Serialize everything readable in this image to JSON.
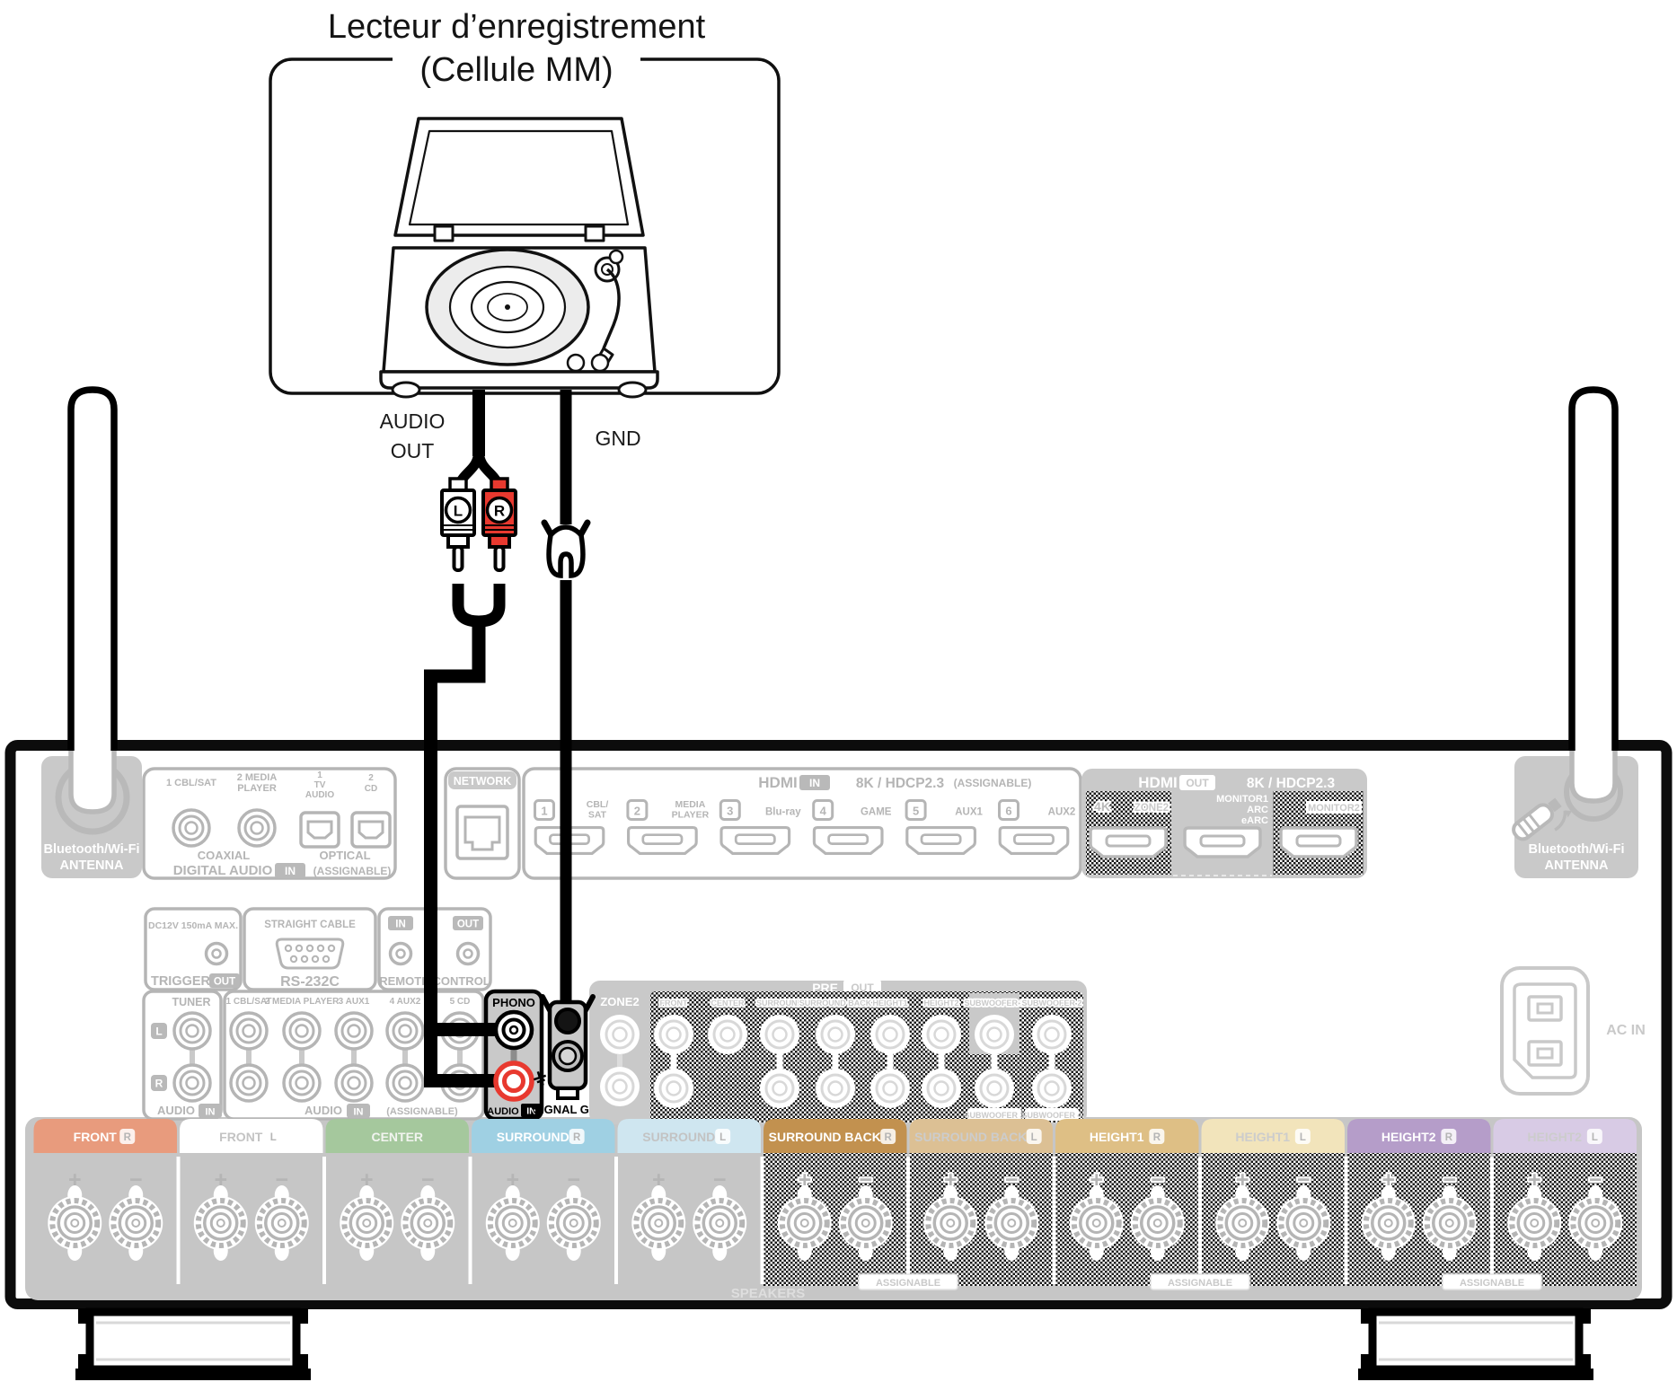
{
  "title": {
    "line1": "Lecteur d’enregistrement",
    "line2": "(Cellule MM)"
  },
  "labels": {
    "audio_out": [
      "AUDIO",
      "OUT"
    ],
    "gnd": "GND",
    "plug_l": "L",
    "plug_r": "R"
  },
  "colors": {
    "gray_line": "#b5b5b5",
    "gray_fill": "#c9c9c9",
    "strip": "#c6c6c6",
    "red": "#e8392f",
    "black": "#000000"
  },
  "bluetooth_box": {
    "line1": "Bluetooth/Wi-Fi",
    "line2": "ANTENNA"
  },
  "digital_audio": {
    "coax": [
      {
        "lines": [
          "1 CBL/SAT"
        ]
      },
      {
        "lines": [
          "2 MEDIA",
          "PLAYER"
        ]
      }
    ],
    "optical": [
      {
        "lines": [
          "1",
          "TV",
          "AUDIO"
        ]
      },
      {
        "lines": [
          "2",
          "CD"
        ]
      }
    ],
    "coaxial_label": "COAXIAL",
    "optical_label": "OPTICAL",
    "footer": {
      "bold": "DIGITAL AUDIO",
      "badge": "IN",
      "note": "(ASSIGNABLE)"
    }
  },
  "network": {
    "label": "NETWORK"
  },
  "hdmi_in": {
    "header": {
      "bold": "HDMI",
      "badge": "IN",
      "spec": "8K / HDCP2.3",
      "note": "(ASSIGNABLE)"
    },
    "ports": [
      {
        "num": "1",
        "label": [
          "CBL/",
          "SAT"
        ]
      },
      {
        "num": "2",
        "label": [
          "MEDIA",
          "PLAYER"
        ]
      },
      {
        "num": "3",
        "label": [
          "Blu-ray"
        ]
      },
      {
        "num": "4",
        "label": [
          "GAME"
        ]
      },
      {
        "num": "5",
        "label": [
          "AUX1"
        ]
      },
      {
        "num": "6",
        "label": [
          "AUX2"
        ]
      }
    ]
  },
  "hdmi_out": {
    "header": {
      "bold": "HDMI",
      "badge": "OUT",
      "spec": "8K / HDCP2.3"
    },
    "ports": [
      {
        "labels": [
          "4K",
          "ZONE2"
        ],
        "hatched": true
      },
      {
        "labels": [
          "MONITOR1",
          "ARC",
          "eARC"
        ],
        "hatched": false
      },
      {
        "labels": [
          "MONITOR2"
        ],
        "hatched": true
      }
    ]
  },
  "trigger": {
    "top": "DC12V 150mA MAX.",
    "bold": "TRIGGER",
    "badge": "OUT"
  },
  "rs232": {
    "top": "STRAIGHT CABLE",
    "bottom": "RS-232C"
  },
  "remote": {
    "badge_in": "IN",
    "badge_out": "OUT",
    "bottom": "REMOTE CONTROL"
  },
  "tuner": {
    "label": "TUNER",
    "l": "L",
    "r": "R",
    "footer_bold": "AUDIO",
    "footer_badge": "IN"
  },
  "analog_in": {
    "columns": [
      "1 CBL/SAT",
      "2 MEDIA PLAYER",
      "3 AUX1",
      "4 AUX2",
      "5 CD"
    ],
    "footer_bold": "AUDIO",
    "footer_badge": "IN",
    "footer_note": "(ASSIGNABLE)"
  },
  "phono": {
    "label": "PHONO",
    "footer_bold": "AUDIO",
    "footer_badge": "IN"
  },
  "signal_gnd": {
    "label": "SIGNAL GND"
  },
  "pre_out": {
    "header_bold": "PRE",
    "header_badge": "OUT",
    "zone2": "ZONE2",
    "columns": [
      {
        "label": "FRONT",
        "pair": true
      },
      {
        "label": "CENTER",
        "pair": false
      },
      {
        "label": "SURROUND",
        "pair": true
      },
      {
        "label": "SURROUND BACK",
        "pair": true
      },
      {
        "label": "HEIGHT1",
        "pair": true
      },
      {
        "label": "HEIGHT2",
        "pair": true
      },
      {
        "label": "SUBWOOFER 1",
        "pair": true,
        "bottom_label": "SUBWOOFER 3",
        "gray_patch": true
      },
      {
        "label": "SUBWOOFER 2",
        "pair": true,
        "bottom_label": "SUBWOOFER 4"
      }
    ]
  },
  "ac_in": {
    "label": "AC IN"
  },
  "speakers": {
    "plus": "+",
    "minus": "−",
    "cells": [
      {
        "label": "FRONT",
        "ch": "R",
        "bg": "#e89b7d",
        "text": "#ffffff",
        "hatched": false
      },
      {
        "label": "FRONT",
        "ch": "L",
        "bg": "#ffffff",
        "text": "#c3c3c3",
        "hatched": false
      },
      {
        "label": "CENTER",
        "ch": "",
        "bg": "#a5c89d",
        "text": "#f2f4f0",
        "hatched": false
      },
      {
        "label": "SURROUND",
        "ch": "R",
        "bg": "#9fd0e3",
        "text": "#ffffff",
        "hatched": false
      },
      {
        "label": "SURROUND",
        "ch": "L",
        "bg": "#cfe6f0",
        "text": "#c3c3c3",
        "hatched": false
      },
      {
        "label": "SURROUND BACK",
        "ch": "R",
        "bg": "#c2914f",
        "text": "#ffffff",
        "hatched": true
      },
      {
        "label": "SURROUND BACK",
        "ch": "L",
        "bg": "#dcc094",
        "text": "#cccccc",
        "hatched": true
      },
      {
        "label": "HEIGHT1",
        "ch": "R",
        "bg": "#debf85",
        "text": "#ffffff",
        "hatched": true
      },
      {
        "label": "HEIGHT1",
        "ch": "L",
        "bg": "#f2e4bb",
        "text": "#cccccc",
        "hatched": true
      },
      {
        "label": "HEIGHT2",
        "ch": "R",
        "bg": "#b59dc9",
        "text": "#ffffff",
        "hatched": true
      },
      {
        "label": "HEIGHT2",
        "ch": "L",
        "bg": "#d8cbe5",
        "text": "#cccccc",
        "hatched": true
      }
    ],
    "assignable": "ASSIGNABLE",
    "footer": "SPEAKERS"
  }
}
